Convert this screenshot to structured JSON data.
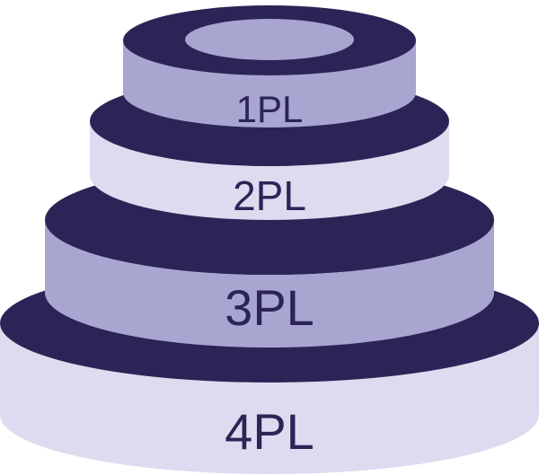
{
  "diagram": {
    "colors": {
      "dark": "#2c2456",
      "medium": "#a8a5d1",
      "light": "#dddbf0",
      "hole": "#a8a5d1"
    },
    "tiers": [
      {
        "label": "4PL",
        "side_color": "light"
      },
      {
        "label": "3PL",
        "side_color": "medium"
      },
      {
        "label": "2PL",
        "side_color": "light"
      },
      {
        "label": "1PL",
        "side_color": "medium"
      }
    ]
  }
}
